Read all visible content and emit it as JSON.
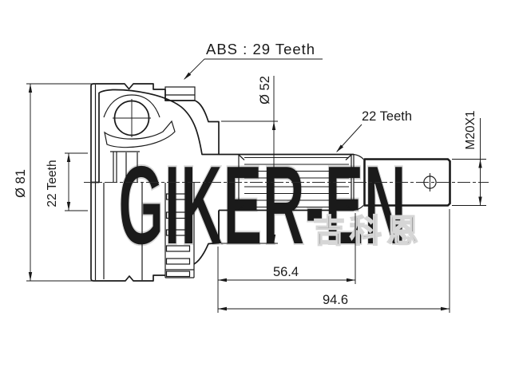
{
  "drawing": {
    "labels": {
      "abs_ring": "ABS : 29 Teeth",
      "outer_diameter": "Ø 81",
      "hub_spline_teeth": "22 Teeth",
      "boot_seat_diameter": "Ø 52",
      "shaft_spline_teeth": "22 Teeth",
      "thread_spec": "M20X1",
      "spline_length": "56.4",
      "overall_length": "94.6"
    },
    "watermark": {
      "latin": "GIKER-EN",
      "cjk": "吉科恩"
    },
    "colors": {
      "line": "#1a1a1a",
      "background": "#ffffff",
      "watermark_fill": "#f4f4f4",
      "watermark_stroke": "#d6d6d6"
    }
  }
}
